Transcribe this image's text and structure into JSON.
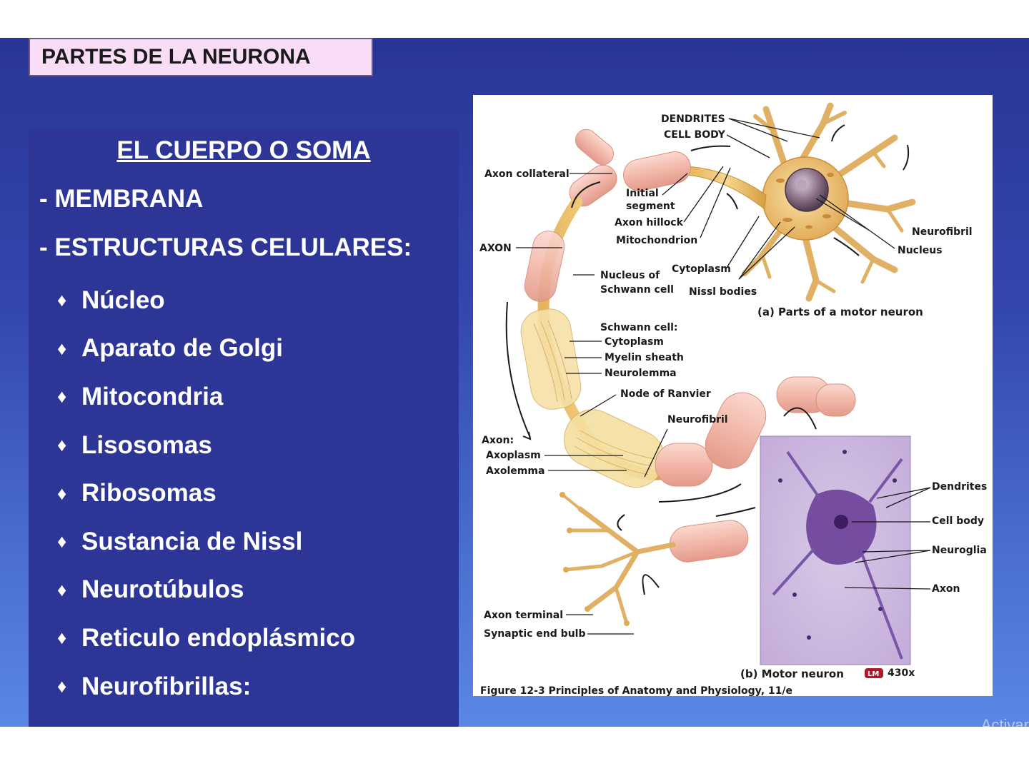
{
  "slide": {
    "title": "PARTES DE LA NEURONA",
    "heading": "EL CUERPO O SOMA",
    "sections": [
      "- MEMBRANA",
      "- ESTRUCTURAS CELULARES:"
    ],
    "items": [
      "Núcleo",
      "Aparato de Golgi",
      "Mitocondria",
      "Lisosomas",
      "Ribosomas",
      "Sustancia de Nissl",
      "Neurotúbulos",
      "Reticulo endoplásmico",
      "Neurofibrillas:"
    ],
    "bullet": "♦",
    "watermark": "Activar"
  },
  "figure": {
    "labels": {
      "dendrites": "DENDRITES",
      "cell_body": "CELL BODY",
      "axon_collateral": "Axon collateral",
      "initial": "Initial",
      "segment": "segment",
      "axon_hillock": "Axon hillock",
      "mitochondrion": "Mitochondrion",
      "axon": "AXON",
      "neurofibril": "Neurofibril",
      "nucleus": "Nucleus",
      "nucleus_of": "Nucleus of",
      "schwann_cell": "Schwann cell",
      "cytoplasm": "Cytoplasm",
      "nissl_bodies": "Nissl bodies",
      "caption_a": "(a) Parts of a motor neuron",
      "schwann_cell_colon": "Schwann cell:",
      "sc_cytoplasm": "Cytoplasm",
      "myelin_sheath": "Myelin sheath",
      "neurolemma": "Neurolemma",
      "node_of_ranvier": "Node of Ranvier",
      "neurofibril_2": "Neurofibril",
      "axon_colon": "Axon:",
      "axoplasm": "Axoplasm",
      "axolemma": "Axolemma",
      "dendrites_b": "Dendrites",
      "cell_body_b": "Cell body",
      "neuroglia": "Neuroglia",
      "axon_b": "Axon",
      "axon_terminal": "Axon terminal",
      "synaptic_end_bulb": "Synaptic end bulb",
      "caption_b": "(b) Motor neuron",
      "lm_badge": "LM",
      "magnification": "430x",
      "figure_caption": "Figure 12-3  Principles of Anatomy and Physiology, 11/e"
    }
  }
}
